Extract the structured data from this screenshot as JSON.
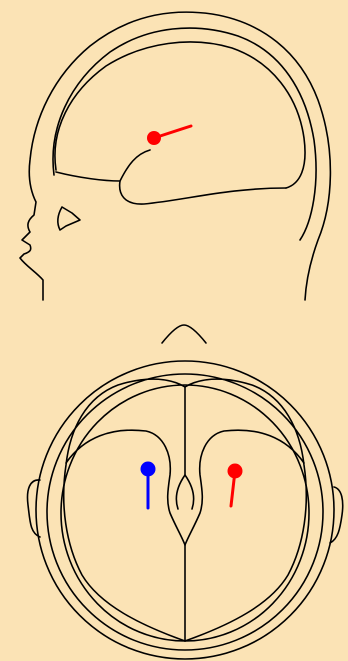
{
  "colors": {
    "background": "#ffffff",
    "panel_fill": "#fbe3b5",
    "outline": "#000000",
    "dipole_left": "#0000ff",
    "dipole_right": "#ff0000"
  },
  "views": [
    {
      "name": "sagittal-view",
      "dipoles": [
        {
          "hemisphere": "right",
          "color": "#ff0000"
        }
      ]
    },
    {
      "name": "axial-view",
      "dipoles": [
        {
          "hemisphere": "left",
          "color": "#0000ff"
        },
        {
          "hemisphere": "right",
          "color": "#ff0000"
        }
      ]
    }
  ]
}
